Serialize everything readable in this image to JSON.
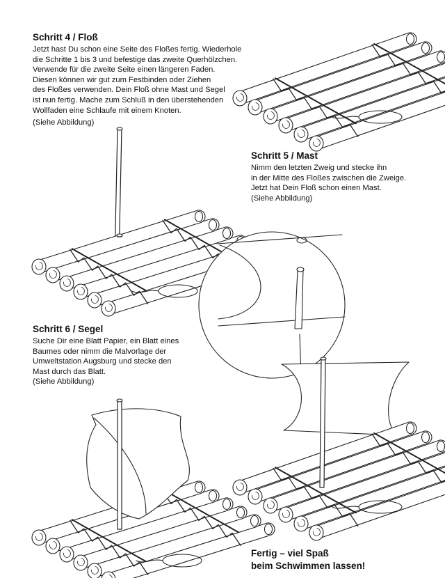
{
  "step4": {
    "title": "Schritt 4 / Floß",
    "text": "Jetzt hast Du schon eine Seite des Floßes fertig. Wiederhole\ndie Schritte 1 bis 3 und befestige das zweite Querhölzchen.\nVerwende für die zweite Seite einen längeren Faden.\nDiesen können wir gut zum Festbinden oder Ziehen\ndes Floßes verwenden. Dein Floß ohne Mast und Segel\nist nun fertig. Mache zum Schluß in den überstehenden\nWollfaden eine Schlaufe mit einem Knoten.",
    "ref": "(Siehe Abbildung)"
  },
  "step5": {
    "title": "Schritt 5 / Mast",
    "text": "Nimm den letzten Zweig und stecke ihn\nin der Mitte des Floßes zwischen die Zweige.\nJetzt hat Dein Floß schon einen Mast.\n(Siehe Abbildung)"
  },
  "step6": {
    "title": "Schritt 6 / Segel",
    "text": "Suche Dir eine Blatt Papier, ein Blatt eines\nBaumes oder nimm die Malvorlage der\nUmweltstation Augsburg und stecke den\nMast durch das Blatt.\n(Siehe Abbildung)"
  },
  "closing": "Fertig – viel Spaß\nbeim Schwimmen lassen!",
  "illustrations": [
    {
      "name": "raft-without-mast"
    },
    {
      "name": "raft-with-mast"
    },
    {
      "name": "mast-detail-magnifier"
    },
    {
      "name": "raft-with-leaf-sail"
    },
    {
      "name": "raft-with-paper-sail"
    }
  ]
}
